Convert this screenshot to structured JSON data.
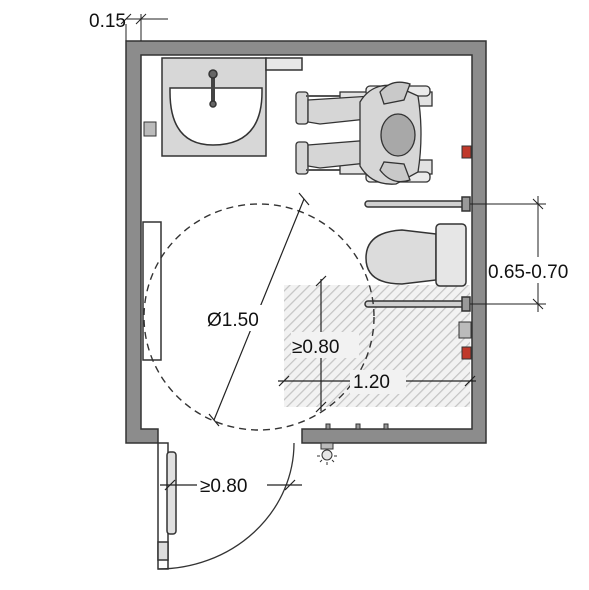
{
  "dimensions": {
    "wall_thickness": "0.15",
    "grab_bar_spacing": "0.65-0.70",
    "turning_circle": "Ø1.50",
    "transfer_depth": "≥0.80",
    "transfer_width": "1.20",
    "door_width": "≥0.80"
  },
  "colors": {
    "wall": "#8c8c8c",
    "hatch": "#c8c8c8",
    "line": "#222222",
    "alarm": "#c0392b"
  }
}
